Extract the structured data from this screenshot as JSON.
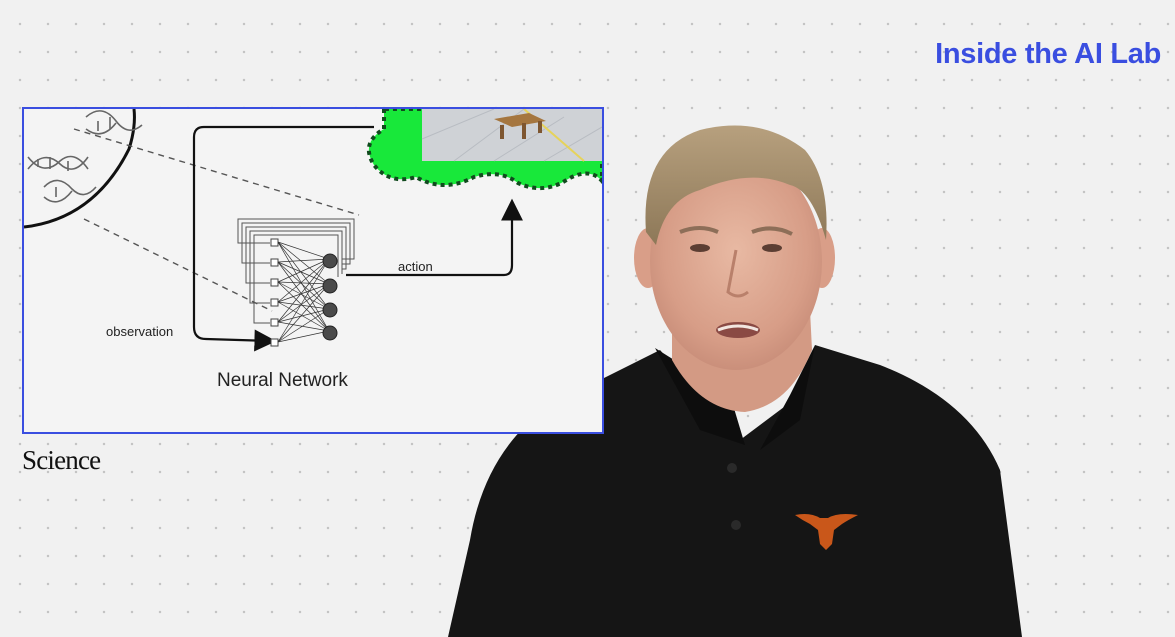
{
  "header": {
    "show_title": "Inside the AI Lab"
  },
  "figure": {
    "observation_label": "observation",
    "action_label": "action",
    "network_label": "Neural Network"
  },
  "source": {
    "label": "Science"
  },
  "colors": {
    "accent": "#3a4ee0",
    "environment_green": "#18e83a",
    "shirt": "#151515",
    "logo": "#c9571a"
  },
  "icons": [
    "dna-icon",
    "table-icon",
    "longhorn-logo-icon"
  ]
}
